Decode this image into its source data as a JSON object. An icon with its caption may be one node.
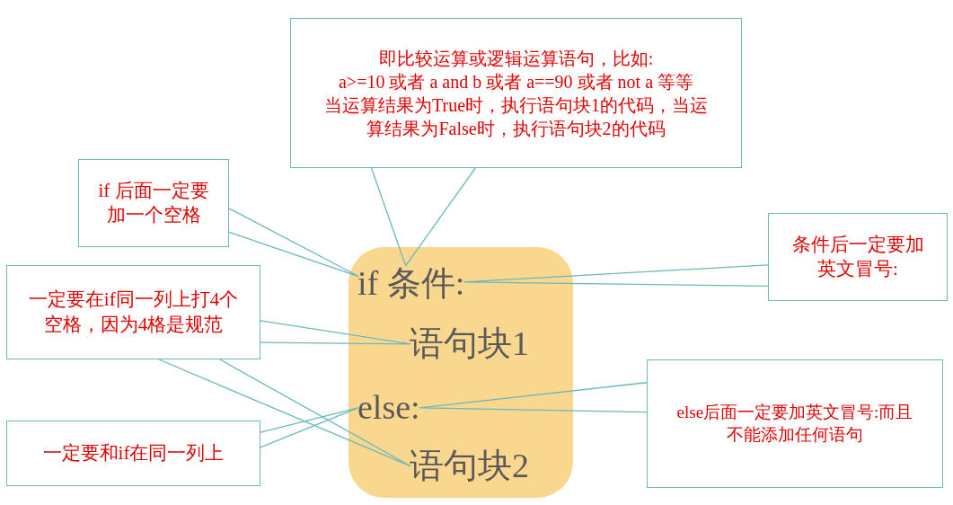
{
  "diagram": {
    "nodes": [
      {
        "text": [],
        "shape": "box"
      },
      {
        "text": [
          "if 条件:"
        ],
        "in": 0
      },
      {
        "text": [
          "语句块1"
        ],
        "in": 0
      },
      {
        "text": [
          "else:"
        ],
        "in": 0
      },
      {
        "text": [
          "语句块2"
        ],
        "in": 0
      },
      {
        "text": [
          "即比较运算或逻辑运算语句，比如:",
          "a>=10 或者 a and b 或者 a==90 或者 not a 等等",
          "当运算结果为True时，执行语句块1的代码，当运算结果为False时，执行语句块2的代码"
        ]
      },
      {
        "text": [
          "if 后面一定要加一个空格"
        ]
      },
      {
        "text": [
          "条件后一定要加英文冒号:"
        ]
      },
      {
        "text": [
          "一定要在if同一列上打4个空格，因为4格是规范"
        ]
      },
      {
        "text": [
          "else后面一定要加英文冒号:而且不能添加任何语句"
        ]
      },
      {
        "text": [
          "一定要和if在同一列上"
        ]
      }
    ],
    "edges": [
      {
        "from": 5,
        "to": 1,
        "arrow": "none"
      },
      {
        "from": 6,
        "to": 1,
        "arrow": "none"
      },
      {
        "from": 7,
        "to": 1,
        "arrow": "none"
      },
      {
        "from": 8,
        "to": 2,
        "arrow": "none"
      },
      {
        "from": 8,
        "to": 4,
        "arrow": "none"
      },
      {
        "from": 9,
        "to": 3,
        "arrow": "none"
      },
      {
        "from": 10,
        "to": 3,
        "arrow": "none"
      }
    ]
  }
}
